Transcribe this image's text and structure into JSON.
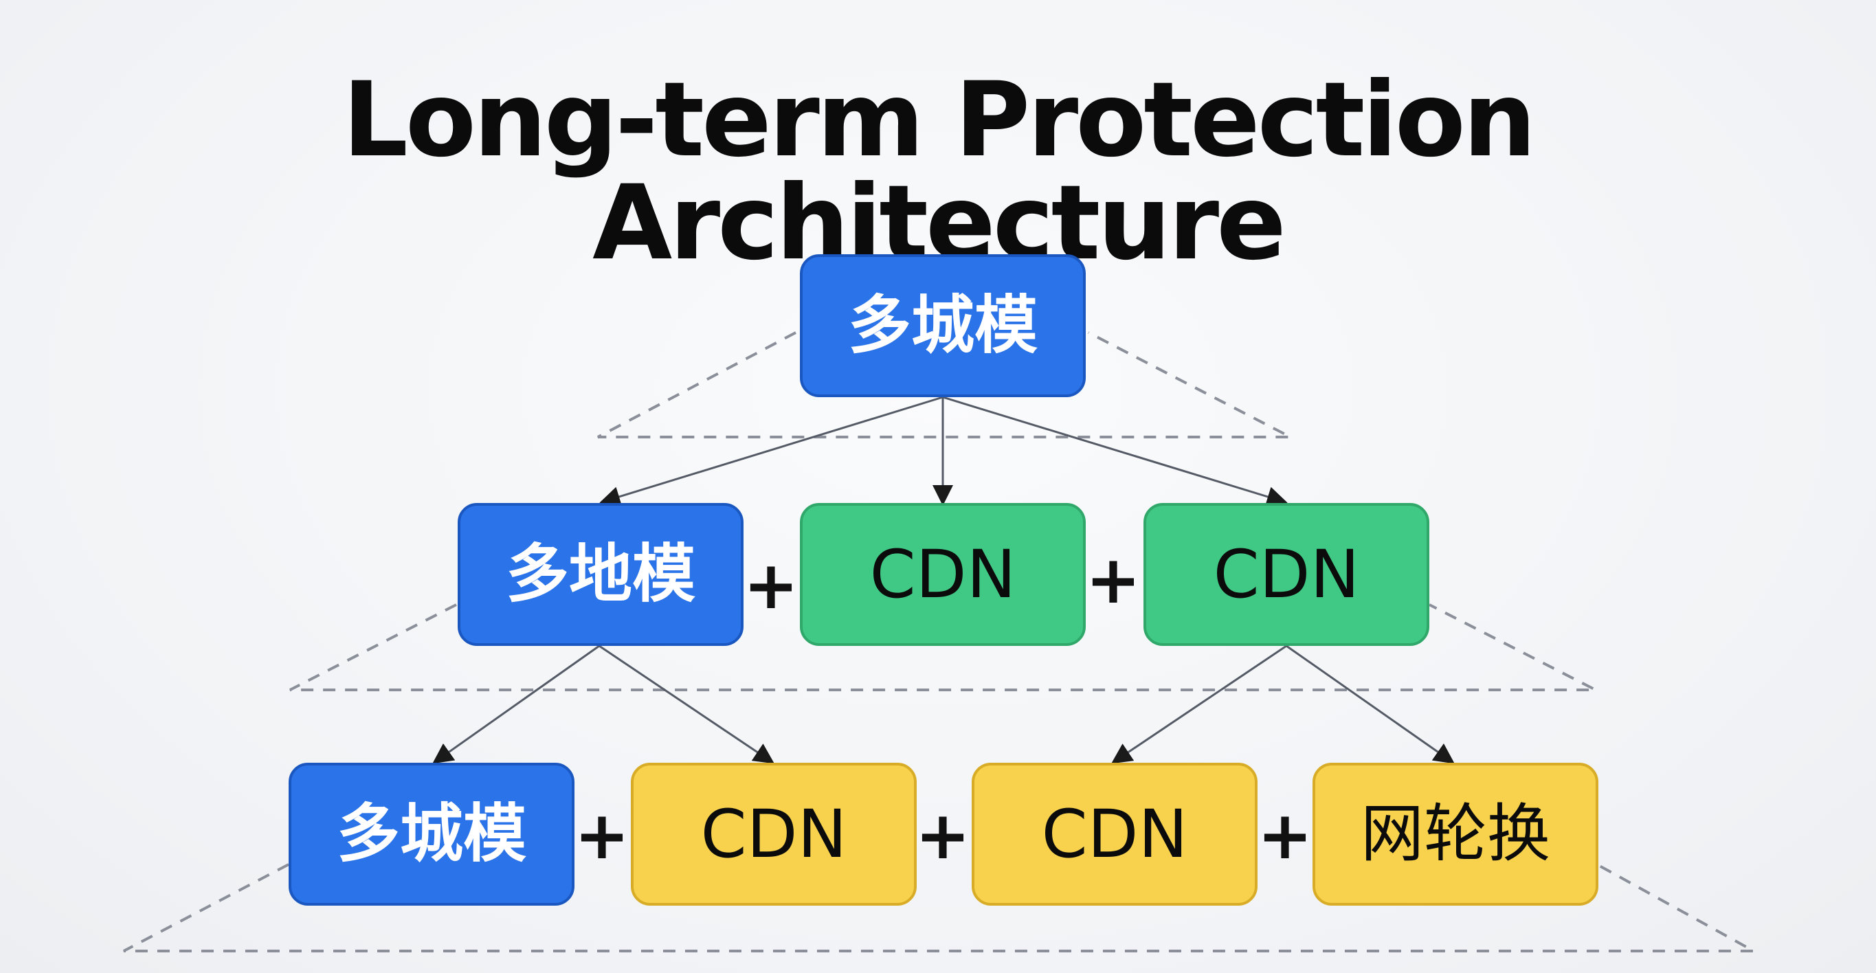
{
  "title": "Long-term Protection Architecture",
  "nodes": {
    "top": "多城模",
    "mid_1": "多地模",
    "mid_2": "CDN",
    "mid_3": "CDN",
    "bot_1": "多城模",
    "bot_2": "CDN",
    "bot_3": "CDN",
    "bot_4": "网轮换"
  },
  "operator": "+",
  "colors": {
    "blue": "#2a73e8",
    "green": "#40c985",
    "yellow": "#f8d24c",
    "text_dark": "#0b0b0b",
    "line": "#555b66",
    "dash": "#8a8f99"
  }
}
